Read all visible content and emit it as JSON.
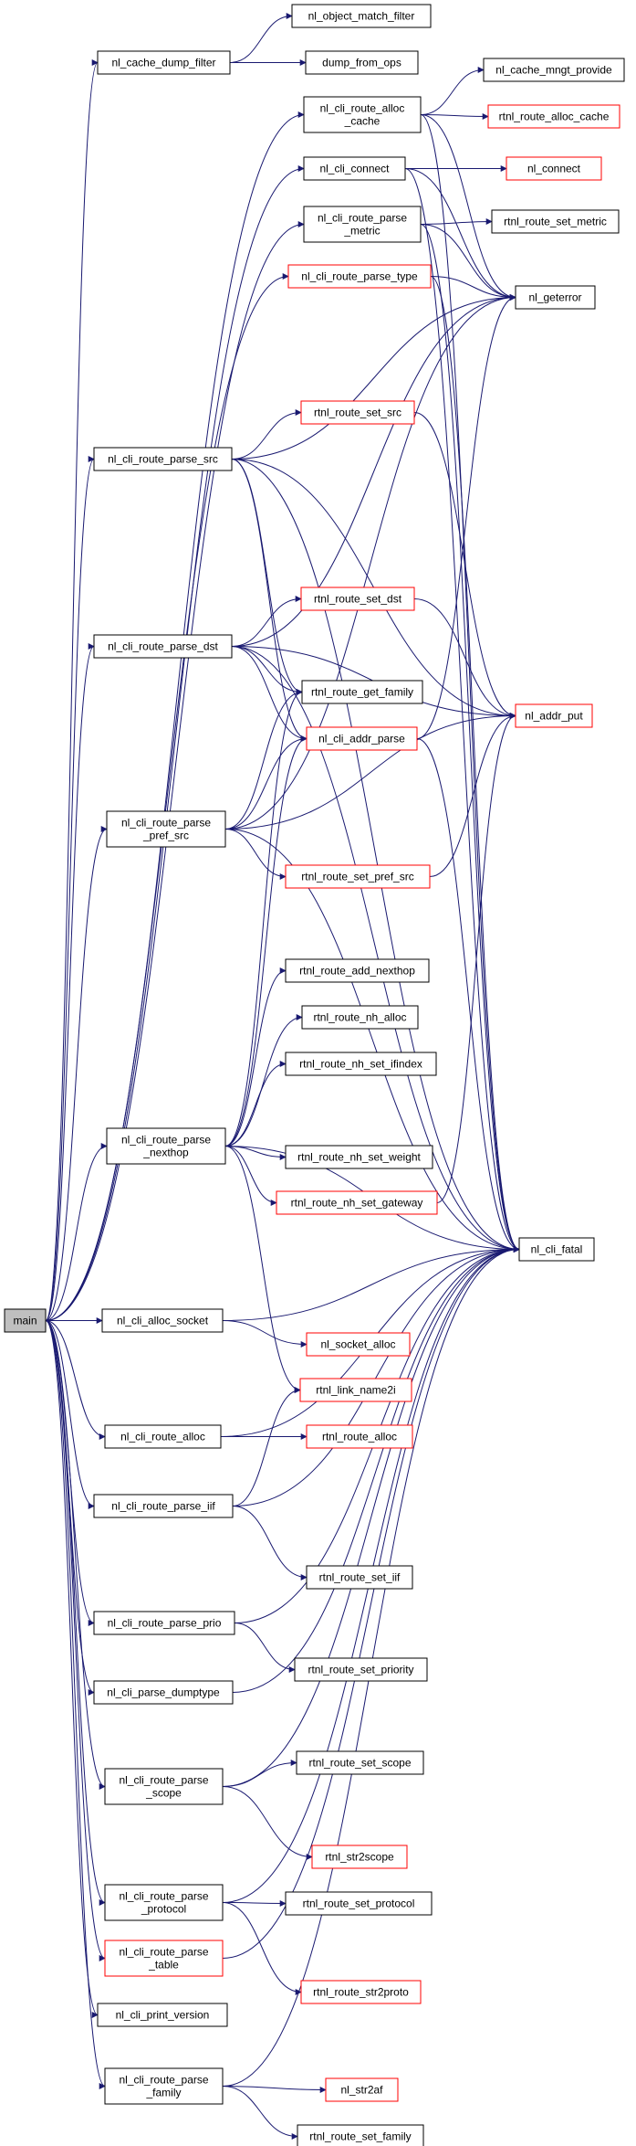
{
  "graph": {
    "colors": {
      "edge": "#191970",
      "node_border": "#000000",
      "node_border_alt": "#ff0000",
      "root_fill": "#bfbfbf"
    },
    "nodes": [
      {
        "id": "main",
        "lines": [
          "main"
        ],
        "style": "main"
      },
      {
        "id": "nl_cache_dump_filter",
        "lines": [
          "nl_cache_dump_filter"
        ],
        "style": "black"
      },
      {
        "id": "nl_object_match_filter",
        "lines": [
          "nl_object_match_filter"
        ],
        "style": "black"
      },
      {
        "id": "dump_from_ops",
        "lines": [
          "dump_from_ops"
        ],
        "style": "black"
      },
      {
        "id": "nl_cli_route_alloc_cache",
        "lines": [
          "nl_cli_route_alloc",
          "_cache"
        ],
        "style": "black"
      },
      {
        "id": "nl_cache_mngt_provide",
        "lines": [
          "nl_cache_mngt_provide"
        ],
        "style": "black"
      },
      {
        "id": "rtnl_route_alloc_cache",
        "lines": [
          "rtnl_route_alloc_cache"
        ],
        "style": "red"
      },
      {
        "id": "nl_cli_connect",
        "lines": [
          "nl_cli_connect"
        ],
        "style": "black"
      },
      {
        "id": "nl_connect",
        "lines": [
          "nl_connect"
        ],
        "style": "red"
      },
      {
        "id": "nl_cli_route_parse_metric",
        "lines": [
          "nl_cli_route_parse",
          "_metric"
        ],
        "style": "black"
      },
      {
        "id": "rtnl_route_set_metric",
        "lines": [
          "rtnl_route_set_metric"
        ],
        "style": "black"
      },
      {
        "id": "nl_cli_route_parse_type",
        "lines": [
          "nl_cli_route_parse_type"
        ],
        "style": "red"
      },
      {
        "id": "nl_geterror",
        "lines": [
          "nl_geterror"
        ],
        "style": "black"
      },
      {
        "id": "rtnl_route_set_src",
        "lines": [
          "rtnl_route_set_src"
        ],
        "style": "red"
      },
      {
        "id": "nl_cli_route_parse_src",
        "lines": [
          "nl_cli_route_parse_src"
        ],
        "style": "black"
      },
      {
        "id": "rtnl_route_set_dst",
        "lines": [
          "rtnl_route_set_dst"
        ],
        "style": "red"
      },
      {
        "id": "nl_cli_route_parse_dst",
        "lines": [
          "nl_cli_route_parse_dst"
        ],
        "style": "black"
      },
      {
        "id": "rtnl_route_get_family",
        "lines": [
          "rtnl_route_get_family"
        ],
        "style": "black"
      },
      {
        "id": "nl_addr_put",
        "lines": [
          "nl_addr_put"
        ],
        "style": "red"
      },
      {
        "id": "nl_cli_addr_parse",
        "lines": [
          "nl_cli_addr_parse"
        ],
        "style": "red"
      },
      {
        "id": "nl_cli_route_parse_pref_src",
        "lines": [
          "nl_cli_route_parse",
          "_pref_src"
        ],
        "style": "black"
      },
      {
        "id": "rtnl_route_set_pref_src",
        "lines": [
          "rtnl_route_set_pref_src"
        ],
        "style": "red"
      },
      {
        "id": "rtnl_route_add_nexthop",
        "lines": [
          "rtnl_route_add_nexthop"
        ],
        "style": "black"
      },
      {
        "id": "rtnl_route_nh_alloc",
        "lines": [
          "rtnl_route_nh_alloc"
        ],
        "style": "black"
      },
      {
        "id": "rtnl_route_nh_set_ifindex",
        "lines": [
          "rtnl_route_nh_set_ifindex"
        ],
        "style": "black"
      },
      {
        "id": "nl_cli_route_parse_nexthop",
        "lines": [
          "nl_cli_route_parse",
          "_nexthop"
        ],
        "style": "black"
      },
      {
        "id": "rtnl_route_nh_set_weight",
        "lines": [
          "rtnl_route_nh_set_weight"
        ],
        "style": "black"
      },
      {
        "id": "rtnl_route_nh_set_gateway",
        "lines": [
          "rtnl_route_nh_set_gateway"
        ],
        "style": "red"
      },
      {
        "id": "nl_cli_fatal",
        "lines": [
          "nl_cli_fatal"
        ],
        "style": "black"
      },
      {
        "id": "nl_cli_alloc_socket",
        "lines": [
          "nl_cli_alloc_socket"
        ],
        "style": "black"
      },
      {
        "id": "nl_socket_alloc",
        "lines": [
          "nl_socket_alloc"
        ],
        "style": "red"
      },
      {
        "id": "rtnl_link_name2i",
        "lines": [
          "rtnl_link_name2i"
        ],
        "style": "red"
      },
      {
        "id": "nl_cli_route_alloc",
        "lines": [
          "nl_cli_route_alloc"
        ],
        "style": "black"
      },
      {
        "id": "rtnl_route_alloc",
        "lines": [
          "rtnl_route_alloc"
        ],
        "style": "red"
      },
      {
        "id": "nl_cli_route_parse_iif",
        "lines": [
          "nl_cli_route_parse_iif"
        ],
        "style": "black"
      },
      {
        "id": "rtnl_route_set_iif",
        "lines": [
          "rtnl_route_set_iif"
        ],
        "style": "black"
      },
      {
        "id": "nl_cli_route_parse_prio",
        "lines": [
          "nl_cli_route_parse_prio"
        ],
        "style": "black"
      },
      {
        "id": "rtnl_route_set_priority",
        "lines": [
          "rtnl_route_set_priority"
        ],
        "style": "black"
      },
      {
        "id": "nl_cli_parse_dumptype",
        "lines": [
          "nl_cli_parse_dumptype"
        ],
        "style": "black"
      },
      {
        "id": "rtnl_route_set_scope",
        "lines": [
          "rtnl_route_set_scope"
        ],
        "style": "black"
      },
      {
        "id": "nl_cli_route_parse_scope",
        "lines": [
          "nl_cli_route_parse",
          "_scope"
        ],
        "style": "black"
      },
      {
        "id": "rtnl_str2scope",
        "lines": [
          "rtnl_str2scope"
        ],
        "style": "red"
      },
      {
        "id": "nl_cli_route_parse_protocol",
        "lines": [
          "nl_cli_route_parse",
          "_protocol"
        ],
        "style": "black"
      },
      {
        "id": "rtnl_route_set_protocol",
        "lines": [
          "rtnl_route_set_protocol"
        ],
        "style": "black"
      },
      {
        "id": "nl_cli_route_parse_table",
        "lines": [
          "nl_cli_route_parse",
          "_table"
        ],
        "style": "red"
      },
      {
        "id": "rtnl_route_str2proto",
        "lines": [
          "rtnl_route_str2proto"
        ],
        "style": "red"
      },
      {
        "id": "nl_cli_print_version",
        "lines": [
          "nl_cli_print_version"
        ],
        "style": "black"
      },
      {
        "id": "nl_str2af",
        "lines": [
          "nl_str2af"
        ],
        "style": "red"
      },
      {
        "id": "nl_cli_route_parse_family",
        "lines": [
          "nl_cli_route_parse",
          "_family"
        ],
        "style": "black"
      },
      {
        "id": "rtnl_route_set_family",
        "lines": [
          "rtnl_route_set_family"
        ],
        "style": "black"
      }
    ],
    "edges": [
      [
        "main",
        "nl_cache_dump_filter"
      ],
      [
        "main",
        "nl_cli_route_alloc_cache"
      ],
      [
        "main",
        "nl_cli_connect"
      ],
      [
        "main",
        "nl_cli_route_parse_type"
      ],
      [
        "main",
        "nl_cli_route_parse_src"
      ],
      [
        "main",
        "nl_cli_route_parse_dst"
      ],
      [
        "main",
        "nl_cli_route_parse_pref_src"
      ],
      [
        "main",
        "nl_cli_route_parse_nexthop"
      ],
      [
        "main",
        "nl_cli_alloc_socket"
      ],
      [
        "main",
        "nl_cli_route_alloc"
      ],
      [
        "main",
        "nl_cli_route_parse_iif"
      ],
      [
        "main",
        "nl_cli_route_parse_prio"
      ],
      [
        "main",
        "nl_cli_parse_dumptype"
      ],
      [
        "main",
        "nl_cli_route_parse_scope"
      ],
      [
        "main",
        "nl_cli_route_parse_protocol"
      ],
      [
        "main",
        "nl_cli_route_parse_table"
      ],
      [
        "main",
        "nl_cli_print_version"
      ],
      [
        "main",
        "nl_cli_route_parse_family"
      ],
      [
        "main",
        "nl_cli_route_parse_metric"
      ],
      [
        "nl_cache_dump_filter",
        "nl_object_match_filter"
      ],
      [
        "nl_cache_dump_filter",
        "dump_from_ops"
      ],
      [
        "nl_cli_route_alloc_cache",
        "nl_cache_mngt_provide"
      ],
      [
        "nl_cli_route_alloc_cache",
        "rtnl_route_alloc_cache"
      ],
      [
        "nl_cli_route_alloc_cache",
        "nl_geterror"
      ],
      [
        "nl_cli_route_alloc_cache",
        "nl_cli_fatal"
      ],
      [
        "nl_cli_connect",
        "nl_connect"
      ],
      [
        "nl_cli_connect",
        "nl_geterror"
      ],
      [
        "nl_cli_connect",
        "nl_cli_fatal"
      ],
      [
        "nl_cli_route_parse_metric",
        "rtnl_route_set_metric"
      ],
      [
        "nl_cli_route_parse_metric",
        "nl_geterror"
      ],
      [
        "nl_cli_route_parse_metric",
        "nl_cli_fatal"
      ],
      [
        "nl_cli_route_parse_type",
        "nl_geterror"
      ],
      [
        "nl_cli_route_parse_type",
        "nl_cli_fatal"
      ],
      [
        "nl_cli_route_parse_src",
        "rtnl_route_set_src"
      ],
      [
        "nl_cli_route_parse_src",
        "nl_geterror"
      ],
      [
        "nl_cli_route_parse_src",
        "nl_addr_put"
      ],
      [
        "nl_cli_route_parse_src",
        "rtnl_route_get_family"
      ],
      [
        "nl_cli_route_parse_src",
        "nl_cli_addr_parse"
      ],
      [
        "nl_cli_route_parse_src",
        "nl_cli_fatal"
      ],
      [
        "nl_cli_route_parse_dst",
        "rtnl_route_set_dst"
      ],
      [
        "nl_cli_route_parse_dst",
        "nl_geterror"
      ],
      [
        "nl_cli_route_parse_dst",
        "nl_addr_put"
      ],
      [
        "nl_cli_route_parse_dst",
        "rtnl_route_get_family"
      ],
      [
        "nl_cli_route_parse_dst",
        "nl_cli_addr_parse"
      ],
      [
        "nl_cli_route_parse_dst",
        "nl_cli_fatal"
      ],
      [
        "nl_cli_route_parse_pref_src",
        "rtnl_route_get_family"
      ],
      [
        "nl_cli_route_parse_pref_src",
        "nl_cli_addr_parse"
      ],
      [
        "nl_cli_route_parse_pref_src",
        "nl_geterror"
      ],
      [
        "nl_cli_route_parse_pref_src",
        "nl_addr_put"
      ],
      [
        "nl_cli_route_parse_pref_src",
        "rtnl_route_set_pref_src"
      ],
      [
        "nl_cli_route_parse_pref_src",
        "nl_cli_fatal"
      ],
      [
        "rtnl_route_set_src",
        "nl_addr_put"
      ],
      [
        "rtnl_route_set_dst",
        "nl_addr_put"
      ],
      [
        "rtnl_route_set_pref_src",
        "nl_addr_put"
      ],
      [
        "rtnl_route_nh_set_gateway",
        "nl_addr_put"
      ],
      [
        "nl_cli_addr_parse",
        "nl_geterror"
      ],
      [
        "nl_cli_addr_parse",
        "nl_cli_fatal"
      ],
      [
        "nl_cli_route_parse_nexthop",
        "rtnl_route_add_nexthop"
      ],
      [
        "nl_cli_route_parse_nexthop",
        "rtnl_route_nh_alloc"
      ],
      [
        "nl_cli_route_parse_nexthop",
        "rtnl_route_nh_set_ifindex"
      ],
      [
        "nl_cli_route_parse_nexthop",
        "rtnl_route_nh_set_weight"
      ],
      [
        "nl_cli_route_parse_nexthop",
        "rtnl_route_nh_set_gateway"
      ],
      [
        "nl_cli_route_parse_nexthop",
        "nl_cli_fatal"
      ],
      [
        "nl_cli_route_parse_nexthop",
        "rtnl_route_get_family"
      ],
      [
        "nl_cli_route_parse_nexthop",
        "nl_cli_addr_parse"
      ],
      [
        "nl_cli_route_parse_nexthop",
        "rtnl_link_name2i"
      ],
      [
        "nl_cli_alloc_socket",
        "nl_socket_alloc"
      ],
      [
        "nl_cli_alloc_socket",
        "nl_cli_fatal"
      ],
      [
        "nl_cli_route_alloc",
        "rtnl_route_alloc"
      ],
      [
        "nl_cli_route_alloc",
        "nl_cli_fatal"
      ],
      [
        "nl_cli_route_parse_iif",
        "rtnl_link_name2i"
      ],
      [
        "nl_cli_route_parse_iif",
        "rtnl_route_set_iif"
      ],
      [
        "nl_cli_route_parse_iif",
        "nl_cli_fatal"
      ],
      [
        "nl_cli_route_parse_prio",
        "rtnl_route_set_priority"
      ],
      [
        "nl_cli_route_parse_prio",
        "nl_cli_fatal"
      ],
      [
        "nl_cli_parse_dumptype",
        "nl_cli_fatal"
      ],
      [
        "nl_cli_route_parse_scope",
        "rtnl_route_set_scope"
      ],
      [
        "nl_cli_route_parse_scope",
        "rtnl_str2scope"
      ],
      [
        "nl_cli_route_parse_scope",
        "nl_cli_fatal"
      ],
      [
        "nl_cli_route_parse_protocol",
        "rtnl_route_set_protocol"
      ],
      [
        "nl_cli_route_parse_protocol",
        "rtnl_route_str2proto"
      ],
      [
        "nl_cli_route_parse_protocol",
        "nl_cli_fatal"
      ],
      [
        "nl_cli_route_parse_table",
        "nl_cli_fatal"
      ],
      [
        "nl_cli_route_parse_family",
        "nl_str2af"
      ],
      [
        "nl_cli_route_parse_family",
        "rtnl_route_set_family"
      ],
      [
        "nl_cli_route_parse_family",
        "nl_cli_fatal"
      ]
    ]
  }
}
